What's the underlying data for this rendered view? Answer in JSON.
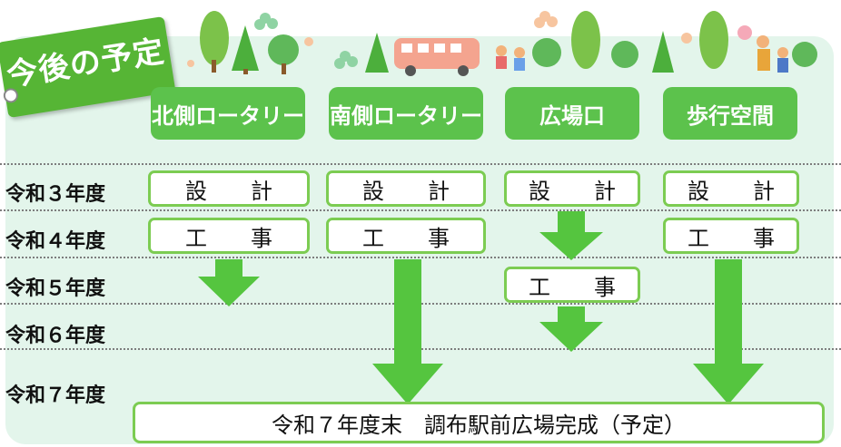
{
  "badge": {
    "label": "今後の予定"
  },
  "columns": [
    {
      "label": "北側ロータリー"
    },
    {
      "label": "南側ロータリー"
    },
    {
      "label": "広場口"
    },
    {
      "label": "歩行空間"
    }
  ],
  "years": [
    {
      "label": "令和３年度"
    },
    {
      "label": "令和４年度"
    },
    {
      "label": "令和５年度"
    },
    {
      "label": "令和６年度"
    },
    {
      "label": "令和７年度"
    }
  ],
  "cells": {
    "design": "設　　計",
    "construction": "工　　事"
  },
  "final": {
    "label": "令和７年度末　調布駅前広場完成（予定）"
  },
  "colors": {
    "green": "#5cc24c",
    "arrow": "#55c53f",
    "panel": "#e3f5eb",
    "badge": "#56b535"
  }
}
